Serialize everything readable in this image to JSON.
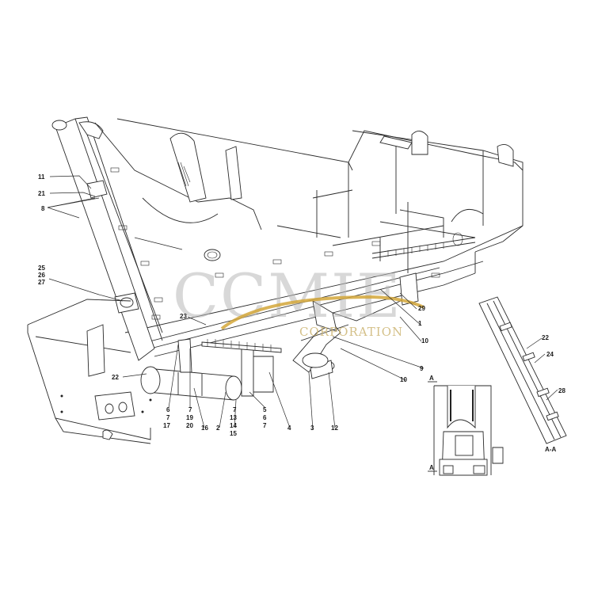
{
  "watermark": {
    "brand": "CCMIE",
    "sub": "CORPORATION"
  },
  "section_label": "A-A",
  "section_marker": "A",
  "callouts": [
    {
      "id": "c11",
      "text": "11"
    },
    {
      "id": "c21",
      "text": "21"
    },
    {
      "id": "c8",
      "text": "8"
    },
    {
      "id": "c25",
      "text": "25"
    },
    {
      "id": "c26",
      "text": "26"
    },
    {
      "id": "c27",
      "text": "27"
    },
    {
      "id": "c23",
      "text": "23"
    },
    {
      "id": "c22a",
      "text": "22"
    },
    {
      "id": "c6a",
      "text": "6"
    },
    {
      "id": "c7a",
      "text": "7"
    },
    {
      "id": "c17",
      "text": "17"
    },
    {
      "id": "c7b",
      "text": "7"
    },
    {
      "id": "c19",
      "text": "19"
    },
    {
      "id": "c20",
      "text": "20"
    },
    {
      "id": "c16",
      "text": "16"
    },
    {
      "id": "c2",
      "text": "2"
    },
    {
      "id": "c7c",
      "text": "7"
    },
    {
      "id": "c13",
      "text": "13"
    },
    {
      "id": "c14",
      "text": "14"
    },
    {
      "id": "c15",
      "text": "15"
    },
    {
      "id": "c5",
      "text": "5"
    },
    {
      "id": "c6b",
      "text": "6"
    },
    {
      "id": "c7d",
      "text": "7"
    },
    {
      "id": "c4",
      "text": "4"
    },
    {
      "id": "c3",
      "text": "3"
    },
    {
      "id": "c12",
      "text": "12"
    },
    {
      "id": "c10a",
      "text": "10"
    },
    {
      "id": "c9",
      "text": "9"
    },
    {
      "id": "c10b",
      "text": "10"
    },
    {
      "id": "c1",
      "text": "1"
    },
    {
      "id": "c29",
      "text": "29"
    },
    {
      "id": "c22b",
      "text": "22"
    },
    {
      "id": "c24",
      "text": "24"
    },
    {
      "id": "c28",
      "text": "28"
    }
  ]
}
